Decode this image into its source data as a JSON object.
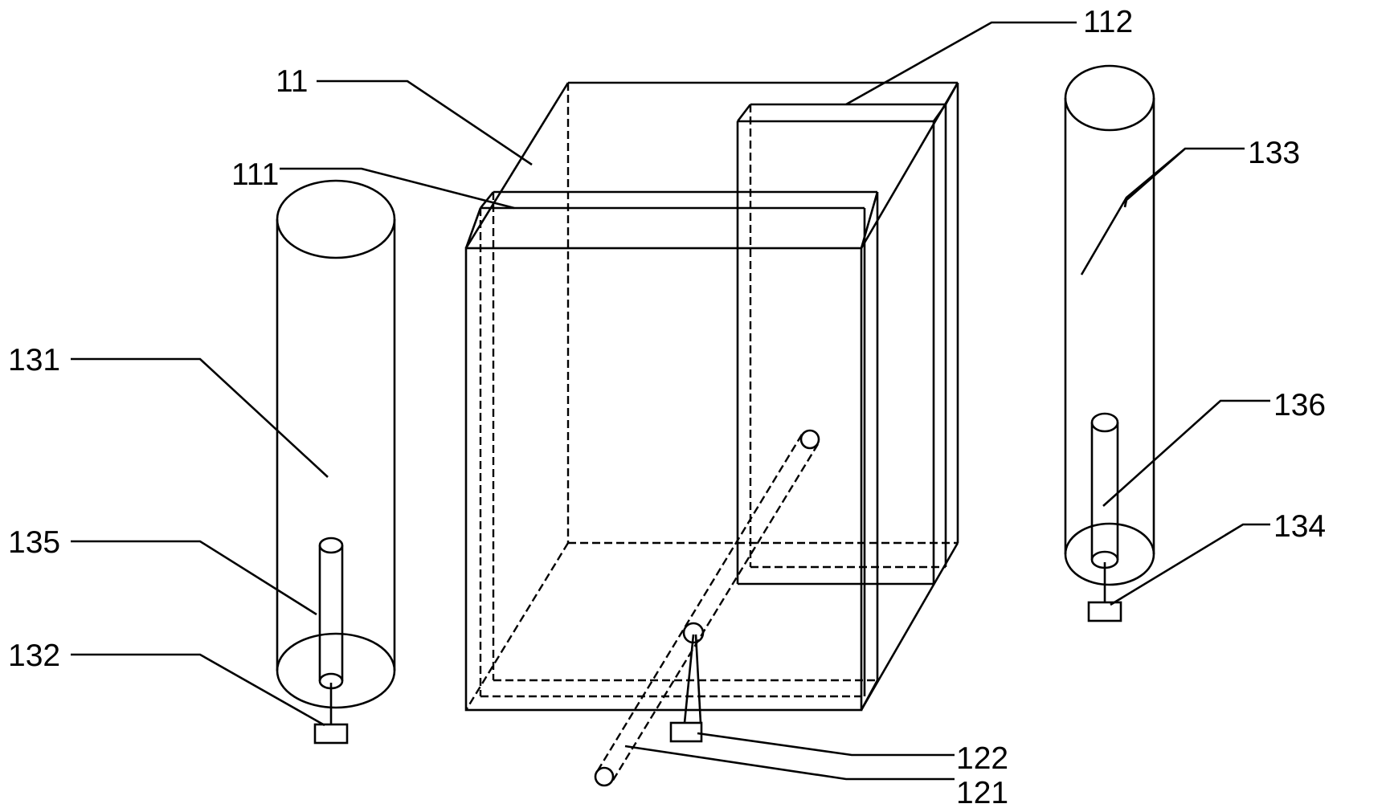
{
  "labels": {
    "box": "11",
    "front_plate": "111",
    "rear_plate": "112",
    "pipe": "121",
    "pipe_pump": "122",
    "left_cylinder": "131",
    "left_pump": "132",
    "right_cylinder": "133",
    "right_pump": "134",
    "left_tube": "135",
    "right_tube": "136"
  },
  "colors": {
    "line": "#000000",
    "background": "#ffffff"
  }
}
